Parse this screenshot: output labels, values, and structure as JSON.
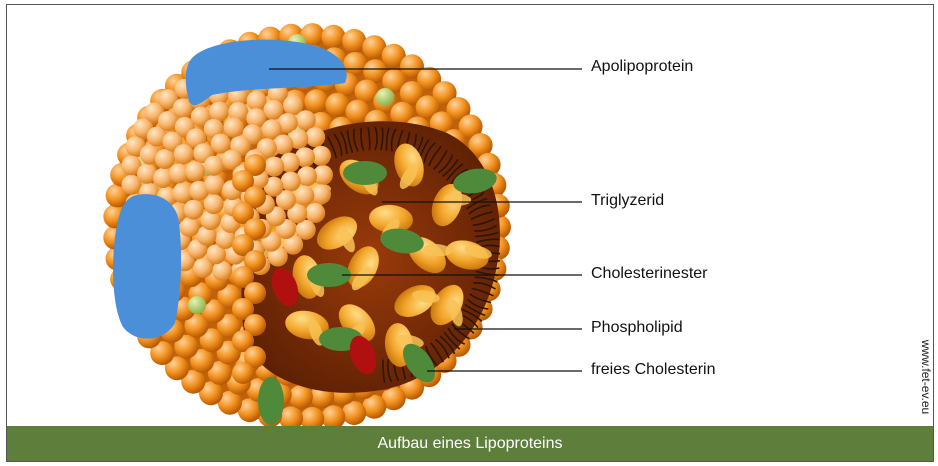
{
  "title": "Aufbau eines Lipoproteins",
  "watermark": "www.fet-ev.eu",
  "labels": {
    "apolipoprotein": "Apolipoprotein",
    "triglyzerid": "Triglyzerid",
    "cholesterinester": "Cholesterinester",
    "phospholipid": "Phospholipid",
    "freies_cholesterin": "freies Cholesterin"
  },
  "colors": {
    "phospholipid_head": "#f08c1a",
    "phospholipid_head_light": "#f6b46a",
    "apolipoprotein": "#4a8fd8",
    "triglyzerid": "#f3a928",
    "cholesterinester": "#4e8a3a",
    "free_cholesterol_small": "#a8c860",
    "core_red": "#b01010",
    "interior": "#7a2d06",
    "footer": "#5e7f3b"
  }
}
